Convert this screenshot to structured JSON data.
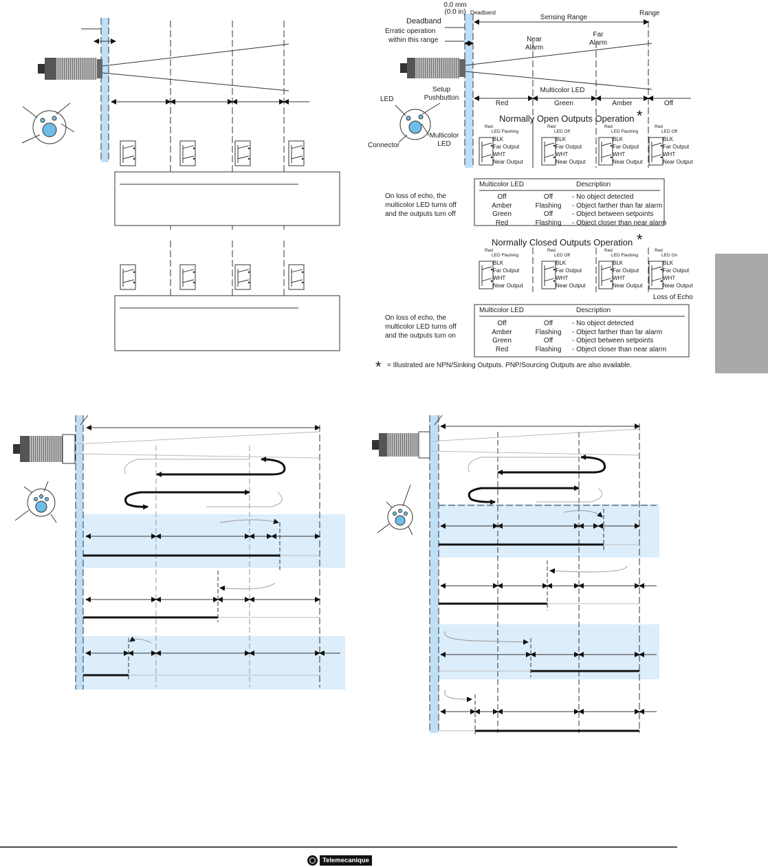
{
  "top_right": {
    "zero_mm": "0.0 mm",
    "zero_in": "(0.0 in)",
    "deadband_small": "Deadband",
    "deadband": "Deadband",
    "erratic_1": "Erratic operation",
    "erratic_2": "within this range",
    "sensing_range": "Sensing Range",
    "range": "Range",
    "near_alarm_1": "Near",
    "near_alarm_2": "Alarm",
    "far_alarm_1": "Far",
    "far_alarm_2": "Alarm",
    "multicolor_led_header": "Multicolor LED",
    "zones": [
      "Red",
      "Green",
      "Amber",
      "Off"
    ],
    "setup_1": "Setup",
    "setup_2": "Pushbutton",
    "led_label": "LED",
    "connector_label": "Connector",
    "multicolor_1": "Multicolor",
    "multicolor_2": "LED"
  },
  "no_section": {
    "title": "Normally Open Outputs Operation",
    "star": "*",
    "states": [
      {
        "led_1": "Red",
        "led_2": "LED Flashing"
      },
      {
        "led_1": "Red",
        "led_2": "LED Off"
      },
      {
        "led_1": "Red",
        "led_2": "LED Flashing"
      },
      {
        "led_1": "Red",
        "led_2": "LED Off"
      }
    ],
    "blk": "BLK",
    "far_output": "Far Output",
    "wht": "WHT",
    "near_output": "Near Output",
    "loss_1": "On loss of echo, the",
    "loss_2": "multicolor LED turns off",
    "loss_3": "and the outputs turn off",
    "table_col1": "Multicolor LED",
    "table_col2": "Description",
    "rows": [
      {
        "c1": "Off",
        "c2": "Off",
        "c3": "- No object detected"
      },
      {
        "c1": "Amber",
        "c2": "Flashing",
        "c3": "- Object farther than far alarm"
      },
      {
        "c1": "Green",
        "c2": "Off",
        "c3": "- Object between setpoints"
      },
      {
        "c1": "Red",
        "c2": "Flashing",
        "c3": "- Object closer than near alarm"
      }
    ]
  },
  "nc_section": {
    "title": "Normally Closed Outputs Operation",
    "star": "*",
    "states": [
      {
        "led_1": "Red",
        "led_2": "LED Flashing"
      },
      {
        "led_1": "Red",
        "led_2": "LED Off"
      },
      {
        "led_1": "Red",
        "led_2": "LED Flashing"
      },
      {
        "led_1": "Red",
        "led_2": "LED On"
      }
    ],
    "blk": "BLK",
    "far_output": "Far Output",
    "wht": "WHT",
    "near_output": "Near Output",
    "loss_of_echo": "Loss of Echo",
    "loss_1": "On loss of echo, the",
    "loss_2": "multicolor LED turns off",
    "loss_3": "and the outputs turn on",
    "table_col1": "Multicolor LED",
    "table_col2": "Description",
    "rows": [
      {
        "c1": "Off",
        "c2": "Off",
        "c3": "- No object detected"
      },
      {
        "c1": "Amber",
        "c2": "Flashing",
        "c3": "- Object farther than far alarm"
      },
      {
        "c1": "Green",
        "c2": "Off",
        "c3": "- Object between setpoints"
      },
      {
        "c1": "Red",
        "c2": "Flashing",
        "c3": "- Object closer than near alarm"
      }
    ]
  },
  "footnote": {
    "star": "*",
    "text": "= Illustrated are NPN/Sinking Outputs.  PNP/Sourcing Outputs are also available."
  },
  "brand": {
    "name": "Telemecanique"
  },
  "colors": {
    "accent_blue": "#dcedfb",
    "deadband_blue": "#bfdff7",
    "tab_gray": "#a9a9a9"
  }
}
